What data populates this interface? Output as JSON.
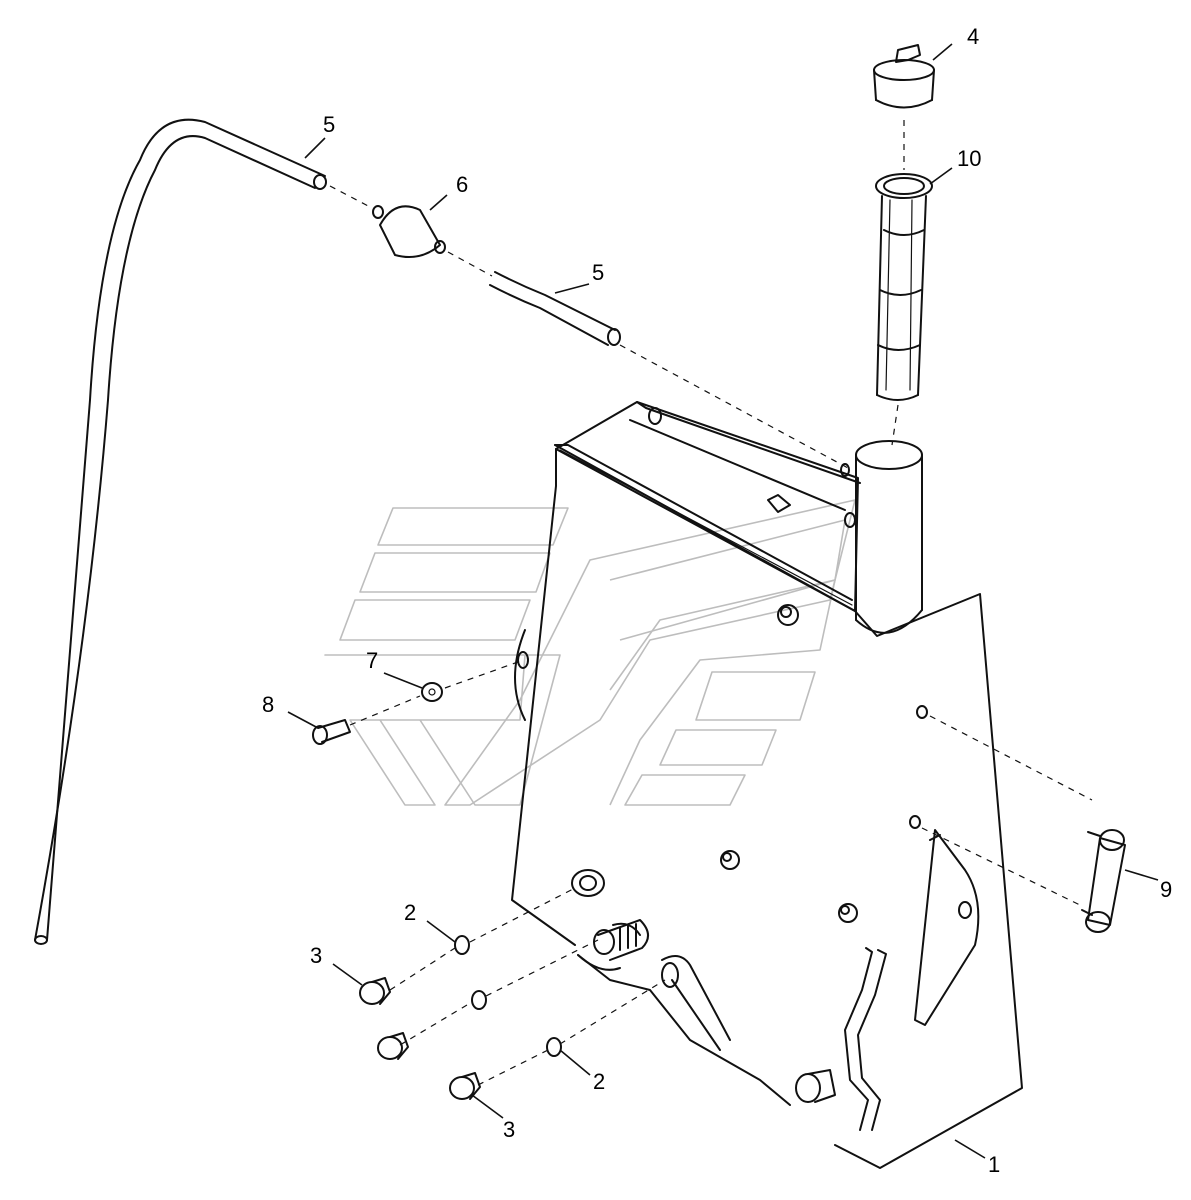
{
  "callouts": {
    "c1": "1",
    "c2a": "2",
    "c2b": "2",
    "c3a": "3",
    "c3b": "3",
    "c4": "4",
    "c5a": "5",
    "c5b": "5",
    "c6": "6",
    "c7": "7",
    "c8": "8",
    "c9": "9",
    "c10": "10"
  },
  "colors": {
    "line": "#111111",
    "watermark": "#bdbdbd",
    "background": "#ffffff"
  }
}
